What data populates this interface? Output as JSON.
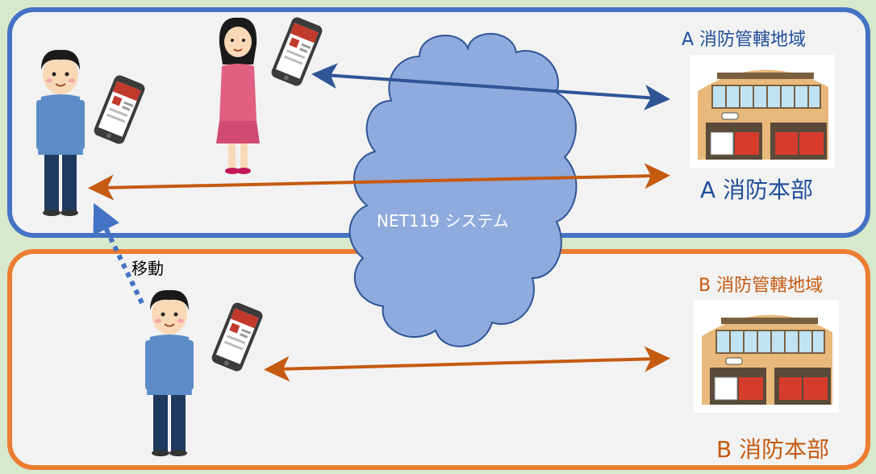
{
  "region_a": {
    "label": "A 消防管轄地域",
    "hq_label": "A 消防本部",
    "border_color": "#4472c4",
    "text_color": "#1f4e9a"
  },
  "region_b": {
    "label": "B 消防管轄地域",
    "hq_label": "B 消防本部",
    "border_color": "#ed7d31",
    "text_color": "#c55a11"
  },
  "system": {
    "label": "NET119 システム",
    "cloud_color": "#8faadc"
  },
  "movement": {
    "label": "移動"
  },
  "icons": [
    "person-man-icon",
    "person-woman-icon",
    "smartphone-icon",
    "fire-station-icon",
    "cloud-icon"
  ],
  "arrow_colors": {
    "blue": "#2f5597",
    "orange": "#c55a11",
    "move": "#4472c4"
  }
}
